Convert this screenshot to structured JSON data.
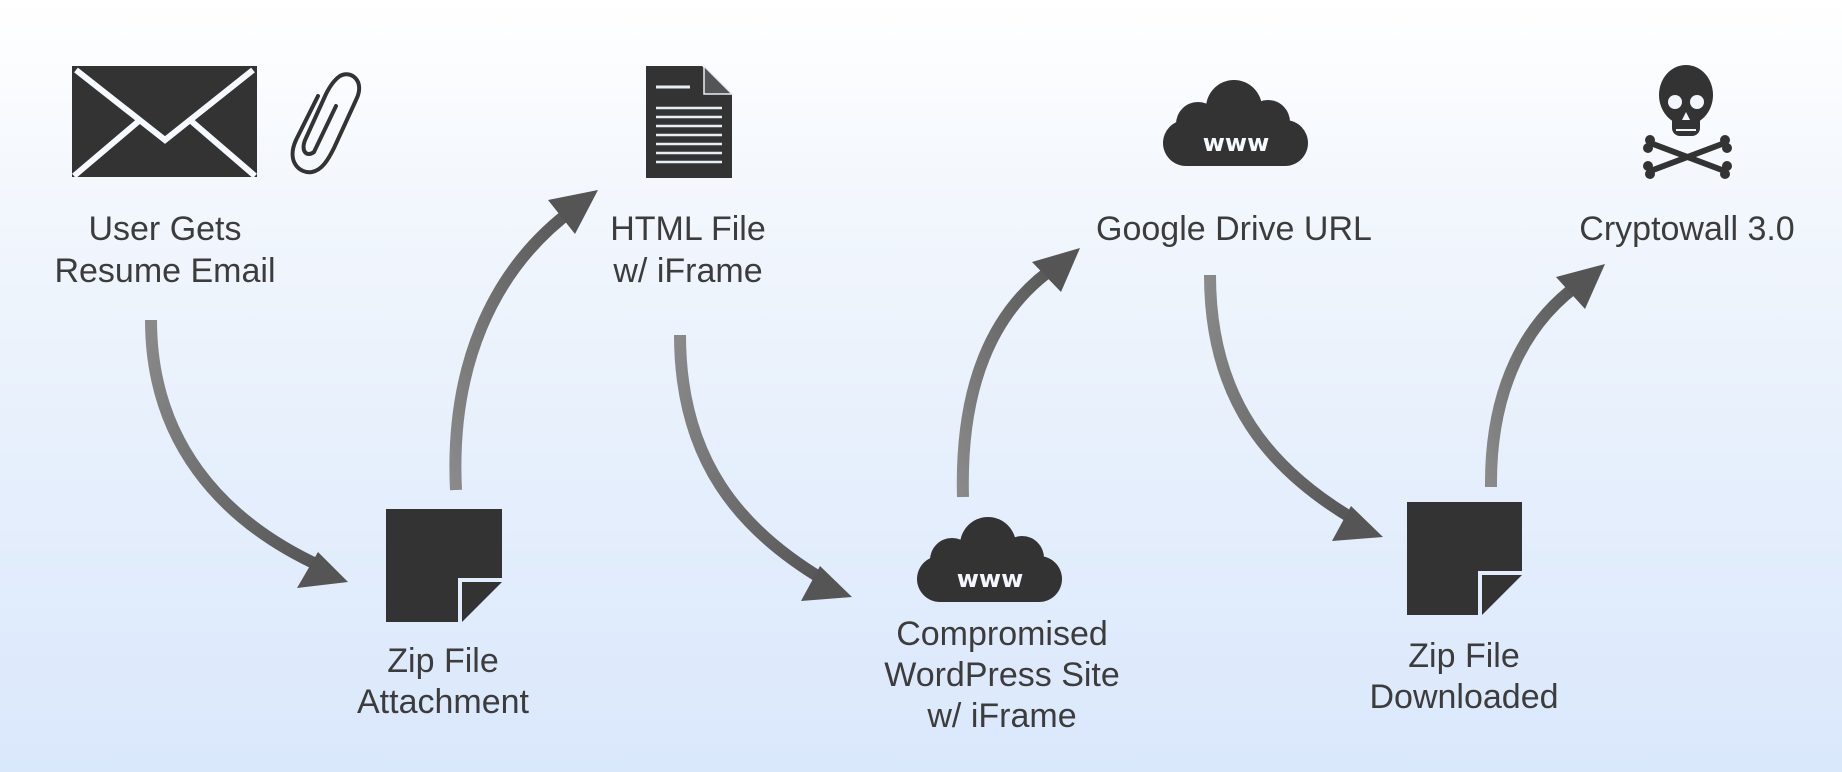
{
  "diagram": {
    "title": "Cryptowall 3.0 infection chain",
    "colors": {
      "icon": "#333333",
      "text": "#3c3c3c",
      "arrow_start": "#8a8a8a",
      "arrow_end": "#555555",
      "background_top": "#ffffff",
      "background_bottom": "#dae8fc"
    },
    "nodes": [
      {
        "id": "email",
        "icons": [
          "envelope-icon",
          "paperclip-icon"
        ],
        "lines": [
          "User Gets",
          "Resume Email"
        ]
      },
      {
        "id": "zip-attachment",
        "icons": [
          "zip-file-icon"
        ],
        "lines": [
          "Zip File",
          "Attachment"
        ]
      },
      {
        "id": "html-file",
        "icons": [
          "document-icon"
        ],
        "lines": [
          "HTML File",
          "w/ iFrame"
        ]
      },
      {
        "id": "wordpress",
        "icons": [
          "cloud-www-icon"
        ],
        "lines": [
          "Compromised",
          "WordPress Site",
          "w/ iFrame"
        ],
        "icon_text": "www"
      },
      {
        "id": "google-drive",
        "icons": [
          "cloud-www-icon"
        ],
        "lines": [
          "Google Drive URL"
        ],
        "icon_text": "www"
      },
      {
        "id": "zip-downloaded",
        "icons": [
          "zip-file-icon"
        ],
        "lines": [
          "Zip File",
          "Downloaded"
        ]
      },
      {
        "id": "cryptowall",
        "icons": [
          "skull-crossbones-icon"
        ],
        "lines": [
          "Cryptowall 3.0"
        ]
      }
    ],
    "edges": [
      {
        "from": "email",
        "to": "zip-attachment"
      },
      {
        "from": "zip-attachment",
        "to": "html-file"
      },
      {
        "from": "html-file",
        "to": "wordpress"
      },
      {
        "from": "wordpress",
        "to": "google-drive"
      },
      {
        "from": "google-drive",
        "to": "zip-downloaded"
      },
      {
        "from": "zip-downloaded",
        "to": "cryptowall"
      }
    ]
  }
}
